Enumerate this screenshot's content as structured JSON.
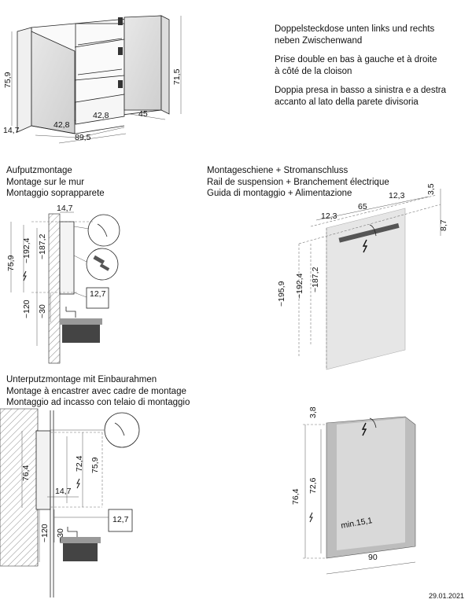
{
  "socket_note": {
    "de": [
      "Doppelsteckdose unten links und rechts",
      "neben Zwischenwand"
    ],
    "fr": [
      "Prise double en bas à gauche et à droite",
      "à côté de la cloison"
    ],
    "it": [
      "Doppia presa in basso a sinistra e a destra",
      "accanto al lato della parete divisoria"
    ]
  },
  "section_surface": {
    "de": "Aufputzmontage",
    "fr": "Montage sur le mur",
    "it": "Montaggio soprapparete"
  },
  "section_rail": {
    "de": "Montageschiene + Stromanschluss",
    "fr": "Rail de suspension + Branchement électrique",
    "it": "Guida di montaggio + Alimentazione"
  },
  "section_recessed": {
    "de": "Unterputzmontage mit Einbaurahmen",
    "fr": "Montage à encastrer avec cadre de montage",
    "it": "Montaggio ad incasso con telaio di montaggio"
  },
  "cabinet_dims": {
    "height": "75,9",
    "inner_height": "71,5",
    "depth": "14,7",
    "door_left": "42,8",
    "door_right": "42,8",
    "width": "89,5",
    "door_angle": "45"
  },
  "surface_dims": {
    "depth": "14,7",
    "height": "75,9",
    "power": "~192,4",
    "top": "~187,2",
    "bottom_120": "~120",
    "bottom_30": "~30",
    "detail": "12,7"
  },
  "rail_dims": {
    "left": "12,3",
    "span": "65",
    "right": "12,3",
    "offset_top": "3,5",
    "offset_rail": "8,7",
    "h1": "~195,9",
    "h2": "~192,4",
    "h3": "~187,2"
  },
  "recessed_dims": {
    "height": "76,4",
    "inner": "72,4",
    "cabinet": "75,9",
    "depth": "14,7",
    "bottom_120": "~120",
    "bottom_30": "~30",
    "detail": "12,7"
  },
  "frame_dims": {
    "top": "3,8",
    "height": "76,4",
    "inner": "72,6",
    "min": "min.15,1",
    "width": "90"
  },
  "date": "29.01.2021"
}
